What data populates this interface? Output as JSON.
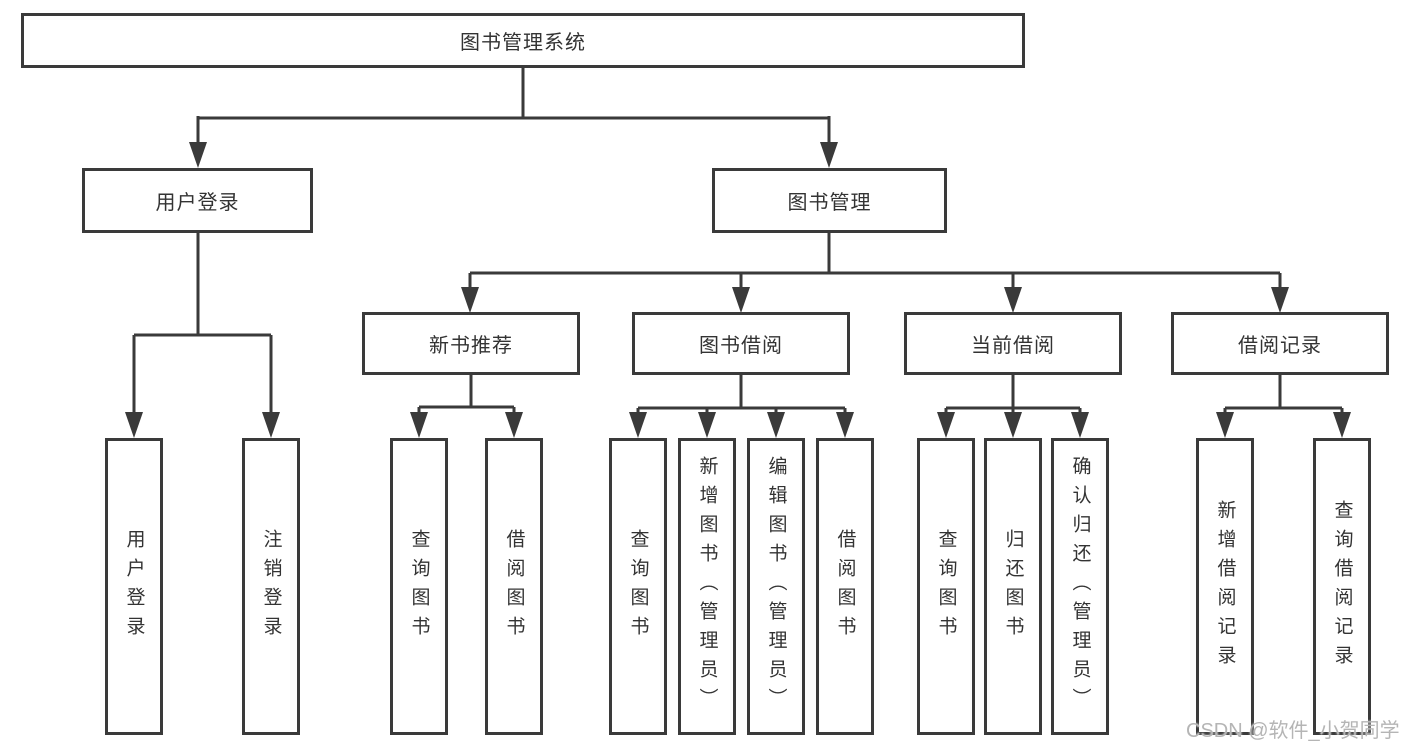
{
  "tree": {
    "label": "图书管理系统",
    "children": [
      {
        "label": "用户登录",
        "children": [
          {
            "label": "用户登录"
          },
          {
            "label": "注销登录"
          }
        ]
      },
      {
        "label": "图书管理",
        "children": [
          {
            "label": "新书推荐",
            "children": [
              {
                "label": "查询图书"
              },
              {
                "label": "借阅图书"
              }
            ]
          },
          {
            "label": "图书借阅",
            "children": [
              {
                "label": "查询图书"
              },
              {
                "label": "新增图书（管理员）"
              },
              {
                "label": "编辑图书（管理员）"
              },
              {
                "label": "借阅图书"
              }
            ]
          },
          {
            "label": "当前借阅",
            "children": [
              {
                "label": "查询图书"
              },
              {
                "label": "归还图书"
              },
              {
                "label": "确认归还（管理员）"
              }
            ]
          },
          {
            "label": "借阅记录",
            "children": [
              {
                "label": "新增借阅记录"
              },
              {
                "label": "查询借阅记录"
              }
            ]
          }
        ]
      }
    ]
  },
  "watermark": "CSDN @软件_小贺同学",
  "colors": {
    "line": "#3a3a3a",
    "box_border": "#3a3a3a",
    "text": "#333333",
    "background": "#ffffff",
    "watermark": "#b5b5b5"
  }
}
